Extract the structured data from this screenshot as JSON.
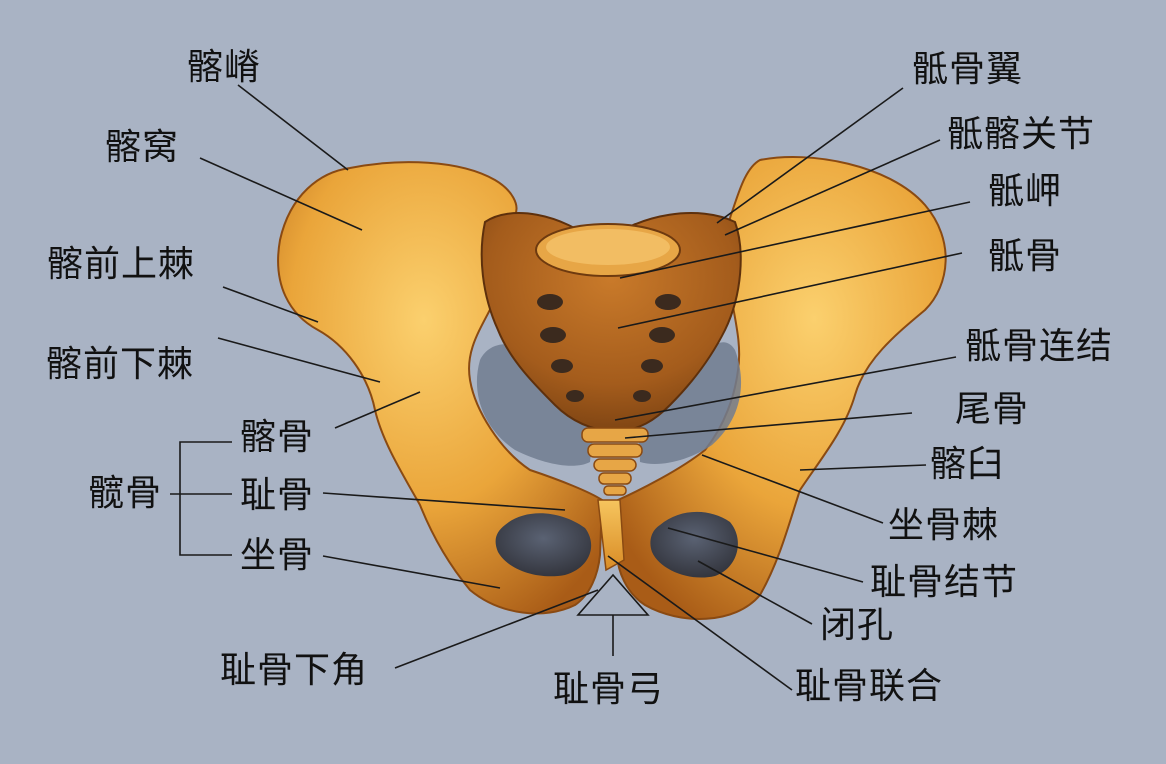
{
  "colors": {
    "background": "#a9b3c4",
    "bone_light": "#f7c35a",
    "bone_mid": "#e39a2e",
    "bone_dark": "#9a4f12",
    "line": "#1a1a1a"
  },
  "labels": {
    "iliac_crest": "髂嵴",
    "iliac_fossa": "髂窝",
    "asis": "髂前上棘",
    "aiis": "髂前下棘",
    "ilium": "髂骨",
    "hip_bone": "髋骨",
    "pubis": "耻骨",
    "ischium": "坐骨",
    "subpubic_angle": "耻骨下角",
    "pubic_arch": "耻骨弓",
    "sacral_ala": "骶骨翼",
    "sacroiliac_joint": "骶髂关节",
    "promontory": "骶岬",
    "sacrum": "骶骨",
    "sacrococcygeal_joint": "骶骨连结",
    "coccyx": "尾骨",
    "acetabulum": "髂臼",
    "ischial_spine": "坐骨棘",
    "pubic_tubercle": "耻骨结节",
    "obturator_foramen": "闭孔",
    "pubic_symphysis": "耻骨联合"
  }
}
